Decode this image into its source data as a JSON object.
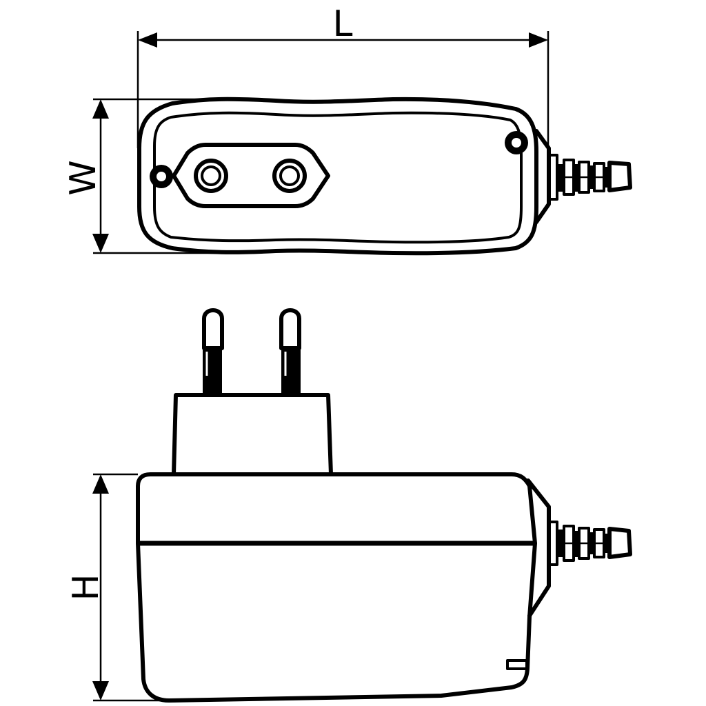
{
  "dimensions": {
    "length_label": "L",
    "width_label": "W",
    "height_label": "H"
  },
  "colors": {
    "line": "#000000",
    "background": "#ffffff"
  }
}
